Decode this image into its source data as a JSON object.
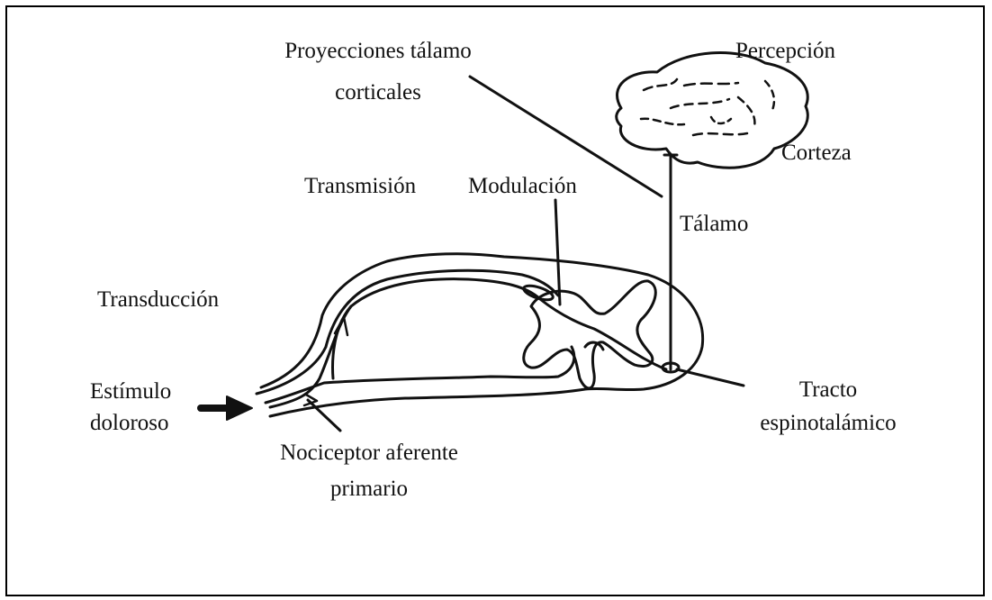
{
  "labels": {
    "projections_line1": "Proyecciones tálamo",
    "projections_line2": "corticales",
    "perception": "Percepción",
    "cortex": "Corteza",
    "transmission": "Transmisión",
    "modulation": "Modulación",
    "thalamus": "Tálamo",
    "transduction": "Transducción",
    "stimulus_line1": "Estímulo",
    "stimulus_line2": "doloroso",
    "tract_line1": "Tracto",
    "tract_line2": "espinotalámico",
    "nociceptor_line1": "Nociceptor aferente",
    "nociceptor_line2": "primario"
  },
  "colors": {
    "ink": "#111111",
    "background": "#ffffff"
  }
}
